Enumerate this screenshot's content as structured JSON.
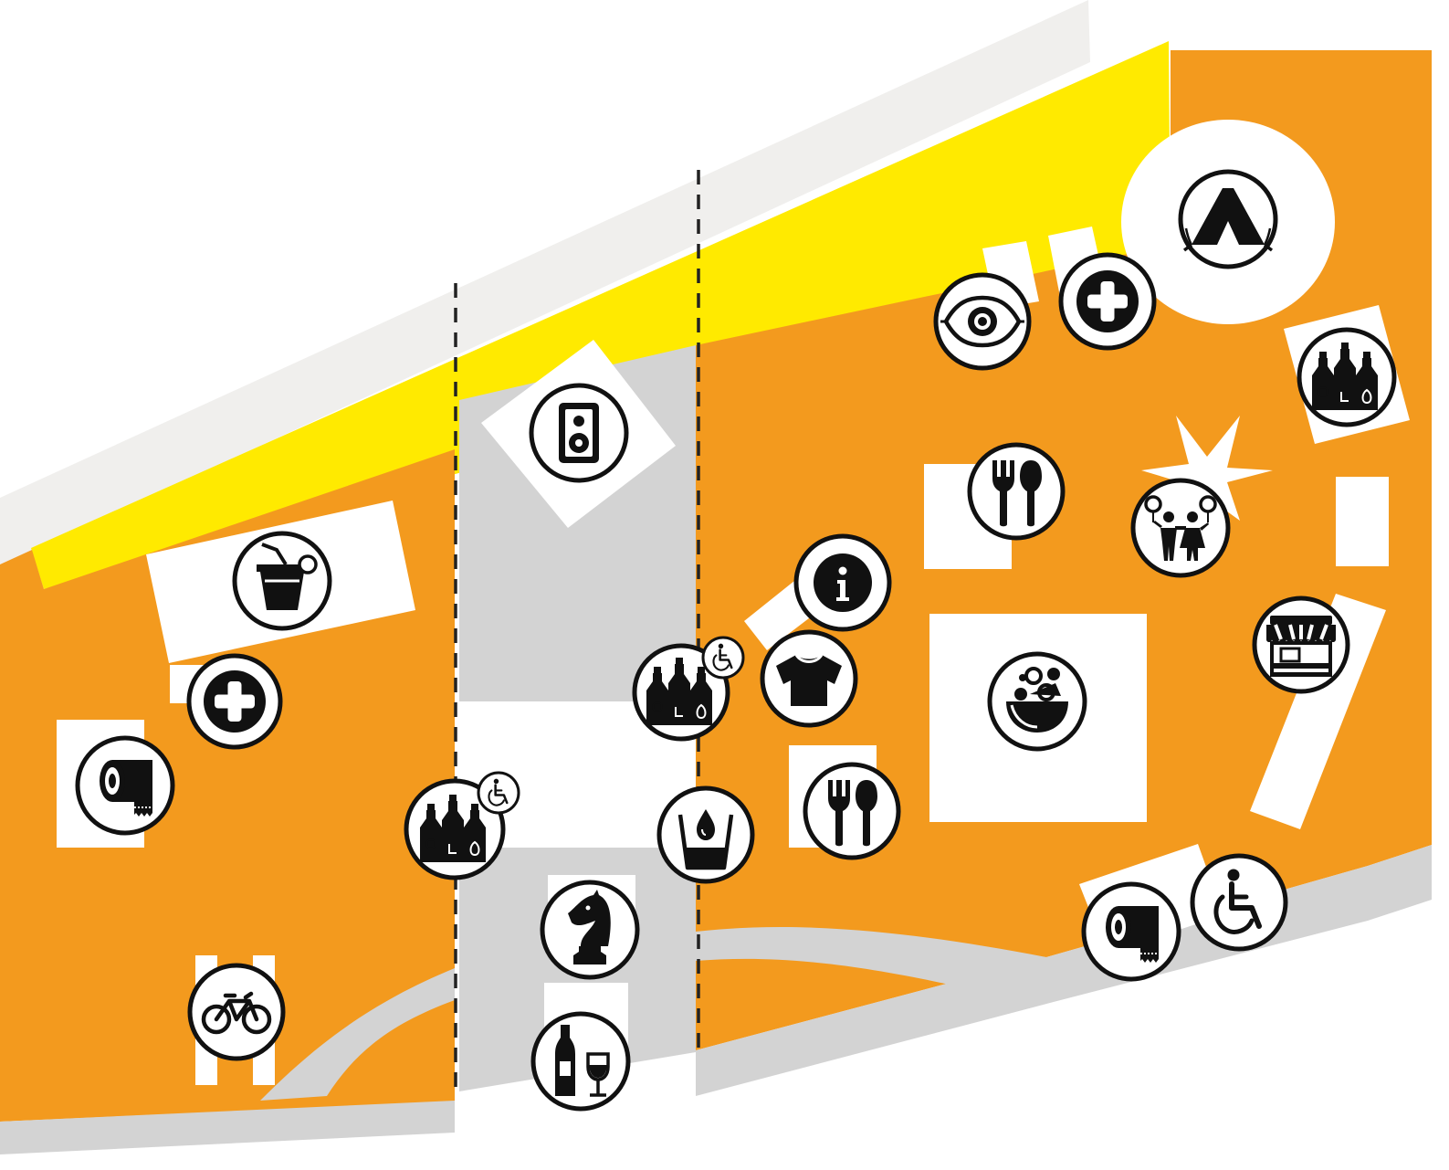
{
  "map": {
    "colors": {
      "ground": "#F39A1E",
      "highlight_band": "#FFEA00",
      "road": "#F0EFED",
      "path": "#D3D3D3",
      "pad": "#FFFFFF",
      "ink": "#111111",
      "divider": "#222222"
    },
    "pois": [
      {
        "name": "drink-poi",
        "icon": "drink-cup-icon"
      },
      {
        "name": "first-aid-poi-west",
        "icon": "first-aid-cross-icon"
      },
      {
        "name": "toilet-poi-west",
        "icon": "toilet-paper-icon"
      },
      {
        "name": "bicycle-parking-poi",
        "icon": "bicycle-icon"
      },
      {
        "name": "bar-poi-west",
        "icon": "bottles-icon",
        "accessible": true
      },
      {
        "name": "sound-stage-poi",
        "icon": "speaker-icon"
      },
      {
        "name": "chess-poi",
        "icon": "chess-knight-icon"
      },
      {
        "name": "wine-poi",
        "icon": "wine-bottle-glass-icon"
      },
      {
        "name": "bar-poi-center",
        "icon": "bottles-icon",
        "accessible": true
      },
      {
        "name": "water-poi",
        "icon": "water-glass-icon"
      },
      {
        "name": "merchandise-poi",
        "icon": "t-shirt-icon"
      },
      {
        "name": "info-poi",
        "icon": "info-icon"
      },
      {
        "name": "food-poi-north",
        "icon": "fork-spoon-icon"
      },
      {
        "name": "food-poi-south",
        "icon": "fork-spoon-icon"
      },
      {
        "name": "salad-poi",
        "icon": "salad-bowl-icon"
      },
      {
        "name": "viewpoint-poi",
        "icon": "eye-icon"
      },
      {
        "name": "first-aid-poi-east",
        "icon": "first-aid-cross-icon"
      },
      {
        "name": "camping-poi",
        "icon": "tent-icon"
      },
      {
        "name": "bar-poi-east",
        "icon": "bottles-icon"
      },
      {
        "name": "kids-area-poi",
        "icon": "children-balloons-icon"
      },
      {
        "name": "market-stall-poi",
        "icon": "market-stall-icon"
      },
      {
        "name": "toilet-poi-east",
        "icon": "toilet-paper-icon"
      },
      {
        "name": "accessibility-poi",
        "icon": "wheelchair-icon"
      }
    ]
  }
}
